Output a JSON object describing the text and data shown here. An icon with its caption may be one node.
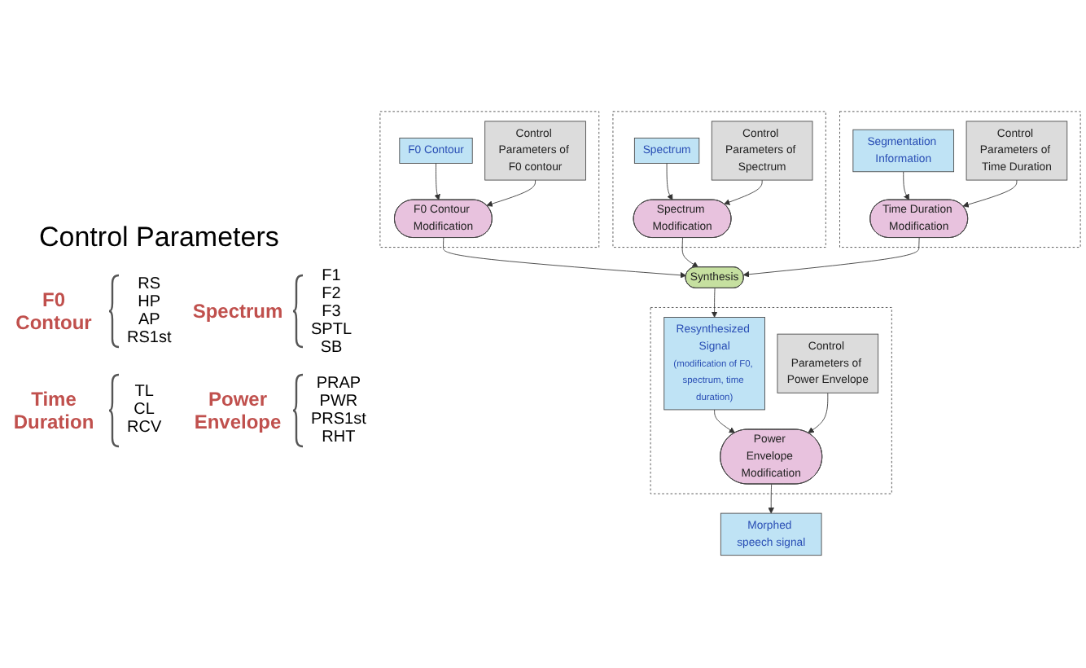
{
  "diagram": {
    "nodes": [
      {
        "text": [],
        "shape": "box"
      },
      {
        "text": [
          "F0 Contour"
        ],
        "in": 0
      },
      {
        "text": [
          "Control Parameters of F0 contour"
        ],
        "in": 0
      },
      {
        "text": [
          "F0 Contour Modification"
        ],
        "in": 0
      },
      {
        "text": [],
        "shape": "box"
      },
      {
        "text": [
          "Spectrum"
        ],
        "in": 4
      },
      {
        "text": [
          "Control Parameters of Spectrum"
        ],
        "in": 4
      },
      {
        "text": [
          "Spectrum Modification"
        ],
        "in": 4
      },
      {
        "text": [],
        "shape": "box"
      },
      {
        "text": [
          "Segmentation Information"
        ],
        "in": 8
      },
      {
        "text": [
          "Control Parameters of Time Duration"
        ],
        "in": 8
      },
      {
        "text": [
          "Time Duration Modification"
        ],
        "in": 8
      },
      {
        "text": [
          "Synthesis"
        ]
      },
      {
        "text": [],
        "shape": "box"
      },
      {
        "text": [
          "Resynthesized Signal",
          "(modification of F0, spectrum, time duration)"
        ],
        "in": 13
      },
      {
        "text": [
          "Control Parameters of Power Envelope"
        ],
        "in": 13
      },
      {
        "text": [
          "Power Envelope Modification"
        ],
        "in": 13
      },
      {
        "text": [
          "Morphed speech signal"
        ]
      }
    ],
    "edges": [
      {
        "from": 1,
        "to": 3,
        "arrow": "to"
      },
      {
        "from": 2,
        "to": 3,
        "arrow": "to"
      },
      {
        "from": 5,
        "to": 7,
        "arrow": "to"
      },
      {
        "from": 6,
        "to": 7,
        "arrow": "to"
      },
      {
        "from": 9,
        "to": 11,
        "arrow": "to"
      },
      {
        "from": 10,
        "to": 11,
        "arrow": "to"
      },
      {
        "from": 3,
        "to": 12,
        "arrow": "to"
      },
      {
        "from": 7,
        "to": 12,
        "arrow": "to"
      },
      {
        "from": 11,
        "to": 12,
        "arrow": "to"
      },
      {
        "from": 12,
        "to": 14,
        "arrow": "to"
      },
      {
        "from": 14,
        "to": 16,
        "arrow": "to"
      },
      {
        "from": 15,
        "to": 16,
        "arrow": "to"
      },
      {
        "from": 16,
        "to": 17,
        "arrow": "to"
      }
    ],
    "labels": [
      "Control Parameters",
      "F0 Contour",
      "RS",
      "HP",
      "AP",
      "RS1st",
      "Spectrum",
      "F1",
      "F2",
      "F3",
      "SPTL",
      "SB",
      "Time Duration",
      "TL",
      "CL",
      "RCV",
      "Power Envelope",
      "PRAP",
      "PWR",
      "PRS1st",
      "RHT"
    ]
  }
}
